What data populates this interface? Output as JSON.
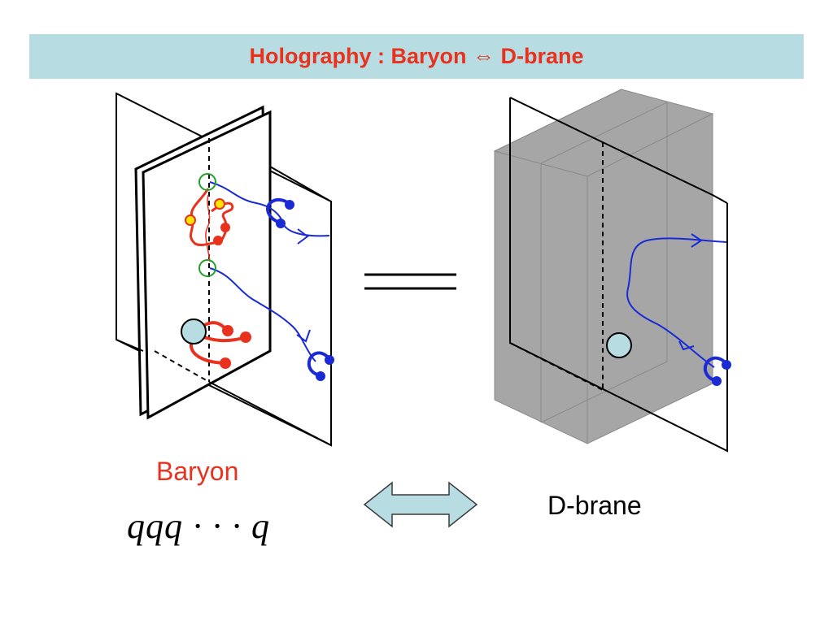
{
  "title": "Holography : Baryon ⇔ D-brane",
  "left_panel": {
    "label": "Baryon",
    "formula": "qqq · · · q"
  },
  "right_panel": {
    "label": "D-brane"
  },
  "icons": {
    "equals": "equals-sign-icon",
    "double_arrow": "double-headed-arrow-icon"
  },
  "colors": {
    "title_bg": "#b7dde2",
    "title_text": "#e8321e",
    "quark_red": "#e8321e",
    "string_blue": "#1a2bd6",
    "box_gray": "#a6a6a6",
    "baryon_vertex": "#b7dde2",
    "arrow_fill": "#b7dde2"
  }
}
